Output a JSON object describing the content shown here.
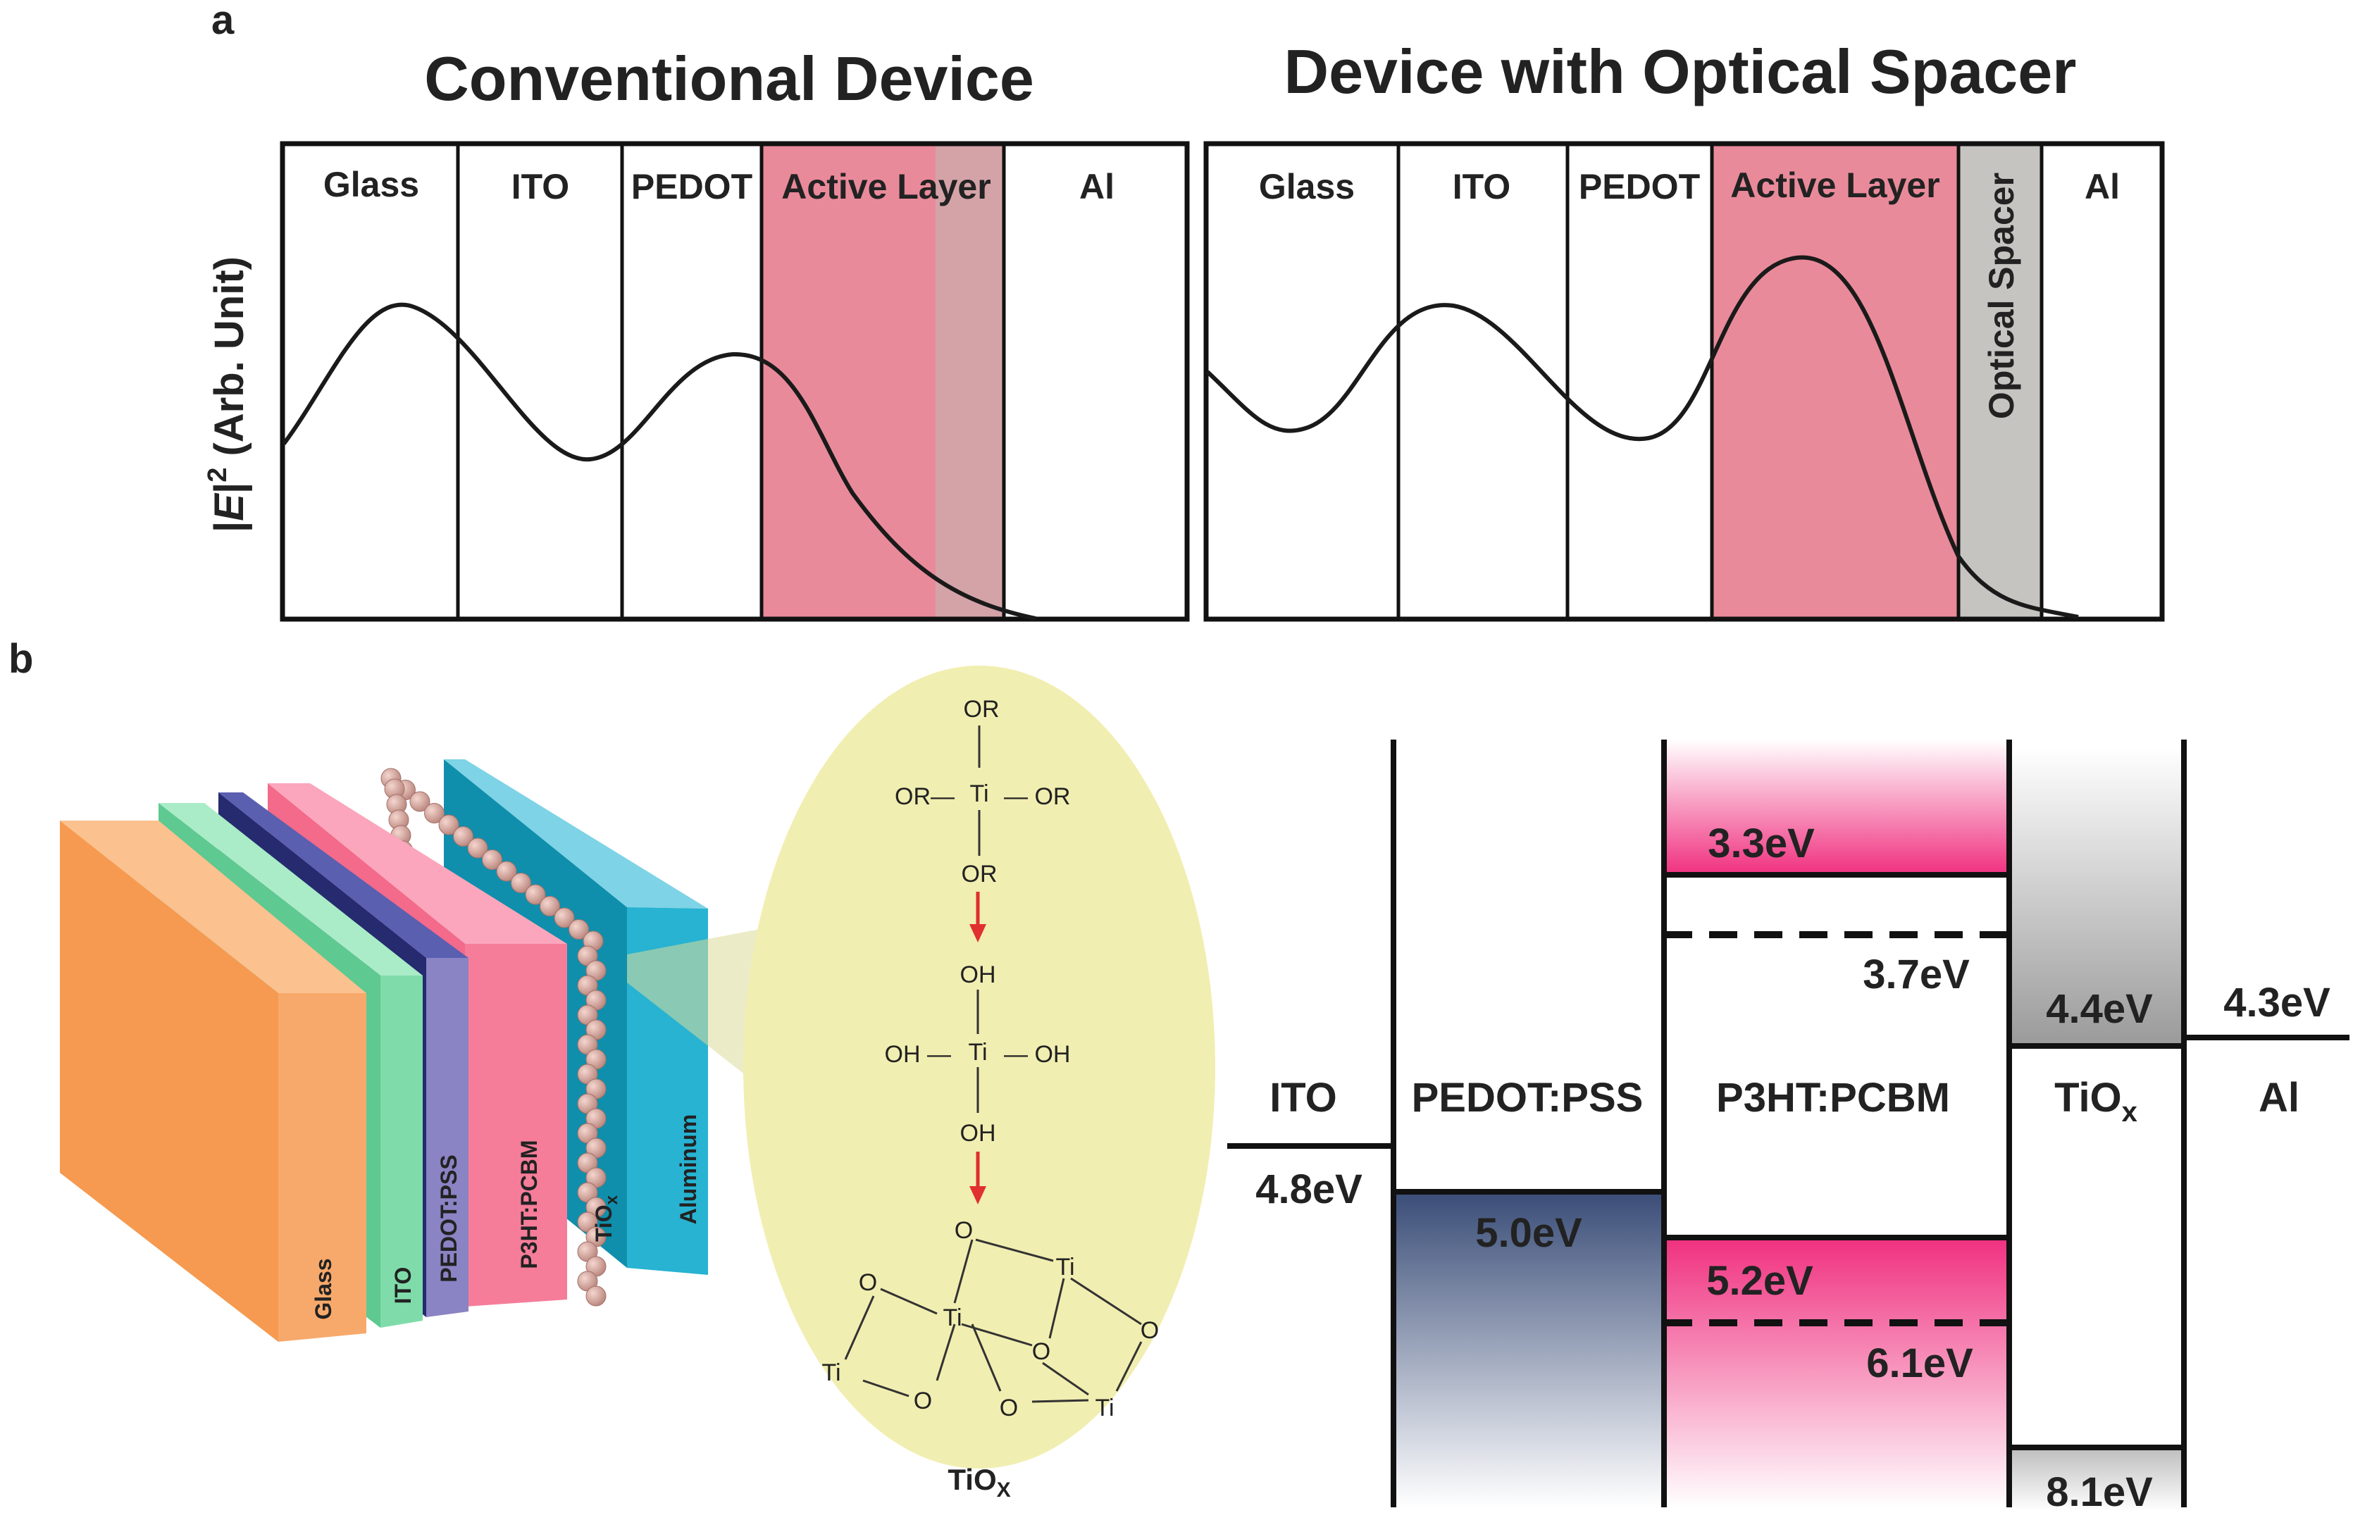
{
  "panel_a": {
    "letter": "a",
    "left": {
      "title": "Conventional Device",
      "layers": [
        "Glass",
        "ITO",
        "PEDOT",
        "Active Layer",
        "Al"
      ]
    },
    "right": {
      "title": "Device with Optical Spacer",
      "layers": [
        "Glass",
        "ITO",
        "PEDOT",
        "Active Layer",
        "Optical Spacer",
        "Al"
      ]
    },
    "y_axis_label": {
      "prefix": "|",
      "var": "E",
      "mid": "|",
      "exp": "2",
      "rest": " (Arb. Unit)"
    },
    "colors": {
      "active_layer": "#e98a9a",
      "spacer": "#c6c4c1",
      "overlap": "#d4a3a8",
      "curve": "#1a1a1a"
    }
  },
  "panel_b": {
    "letter": "b",
    "stack_layers": [
      {
        "label": "Glass",
        "color": "#f7a96b"
      },
      {
        "label": "ITO",
        "color": "#7fdcaa"
      },
      {
        "label": "PEDOT:PSS",
        "color": "#3b3f8c"
      },
      {
        "label": "P3HT:PCBM",
        "color": "#f57d9a"
      },
      {
        "label": "TiOx",
        "label_main": "TiO",
        "label_sub": "x",
        "color": "#d9a59b"
      },
      {
        "label": "Aluminum",
        "color": "#1aa5c2"
      }
    ],
    "chemistry": {
      "title_main": "TiO",
      "title_sub": "X",
      "oval_color": "#f1eeb1",
      "arrow_color": "#e03030",
      "molecule1": {
        "center": "Ti",
        "top": "OR",
        "left": "OR—",
        "right": "— OR",
        "bottom": "OR"
      },
      "molecule2": {
        "center": "Ti",
        "top": "OH",
        "left": "OH —",
        "right": "— OH",
        "bottom": "OH"
      },
      "cluster_atoms": [
        "O",
        "Ti",
        "O",
        "Ti",
        "O",
        "O",
        "Ti",
        "O",
        "O",
        "Ti"
      ]
    },
    "energy_diagram": {
      "columns": [
        {
          "label": "ITO"
        },
        {
          "label": "PEDOT:PSS"
        },
        {
          "label": "P3HT:PCBM"
        },
        {
          "label": "TiO",
          "sub": "x"
        },
        {
          "label": "Al"
        }
      ],
      "levels": {
        "ito": "4.8eV",
        "pedot": "5.0eV",
        "p3ht_lumo": "3.3eV",
        "pcbm_lumo": "3.7eV",
        "p3ht_homo": "5.2eV",
        "pcbm_homo": "6.1eV",
        "tiox_cb": "4.4eV",
        "tiox_vb": "8.1eV",
        "al": "4.3eV"
      },
      "colors": {
        "pink": "#f0307f",
        "navy": "#3a4d78",
        "gray": "#9a9a9a"
      }
    }
  }
}
